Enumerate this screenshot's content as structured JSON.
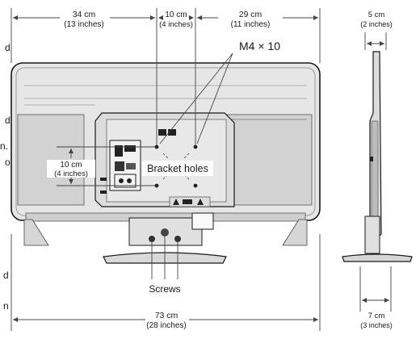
{
  "dimensions": {
    "top_left": {
      "cm": "34 cm",
      "inches": "(13 inches)"
    },
    "top_center": {
      "cm": "10 cm",
      "inches": "(4 inches)"
    },
    "top_right": {
      "cm": "29 cm",
      "inches": "(11 inches)"
    },
    "side_depth": {
      "cm": "5 cm",
      "inches": "(2 inches)"
    },
    "vertical": {
      "cm": "10 cm",
      "inches": "(4 inches)"
    },
    "bottom_width": {
      "cm": "73 cm",
      "inches": "(28 inches)"
    },
    "stand_depth": {
      "cm": "7 cm",
      "inches": "(3 inches)"
    }
  },
  "labels": {
    "screw_spec": "M4 × 10",
    "bracket_holes": "Bracket holes",
    "screws": "Screws"
  },
  "edge_fragments": {
    "f1": "d",
    "f2": "d",
    "f3": "n.",
    "f4": "o",
    "f5": "d",
    "f6": "n"
  },
  "colors": {
    "tv_body": "#ececec",
    "panel": "#d4d4d4",
    "outline": "#1a1a1a",
    "dimension_line": "#444444"
  }
}
